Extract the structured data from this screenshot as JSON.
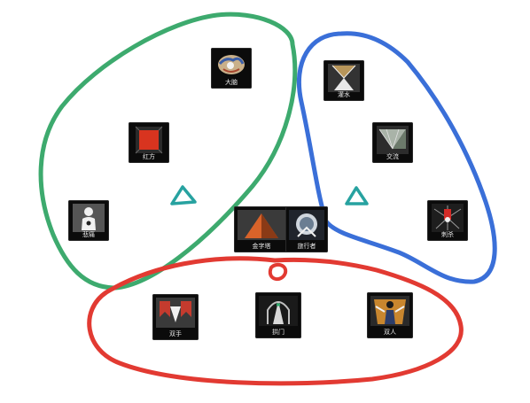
{
  "colors": {
    "green_group": "#3daa6e",
    "blue_group": "#3a6fd8",
    "red_group": "#e23a32",
    "marker": "#27a2a0"
  },
  "tiles": {
    "brain": {
      "label": "大脑",
      "icon": "brain-icon"
    },
    "red_cube": {
      "label": "红方",
      "icon": "red-cube-icon"
    },
    "sorrow": {
      "label": "悲痛",
      "icon": "figure-icon"
    },
    "pyramid": {
      "label": "金字塔",
      "icon": "pyramid-icon"
    },
    "traveler": {
      "label": "旅行者",
      "icon": "planet-icon"
    },
    "irrigation": {
      "label": "灌水",
      "icon": "hourglass-icon"
    },
    "exchange": {
      "label": "交流",
      "icon": "fan-icon"
    },
    "stab": {
      "label": "刺杀",
      "icon": "burst-icon"
    },
    "two_hands": {
      "label": "双手",
      "icon": "hands-icon"
    },
    "arch_gate": {
      "label": "拱门",
      "icon": "arch-icon"
    },
    "two_people": {
      "label": "双人",
      "icon": "two-figures-icon"
    }
  }
}
